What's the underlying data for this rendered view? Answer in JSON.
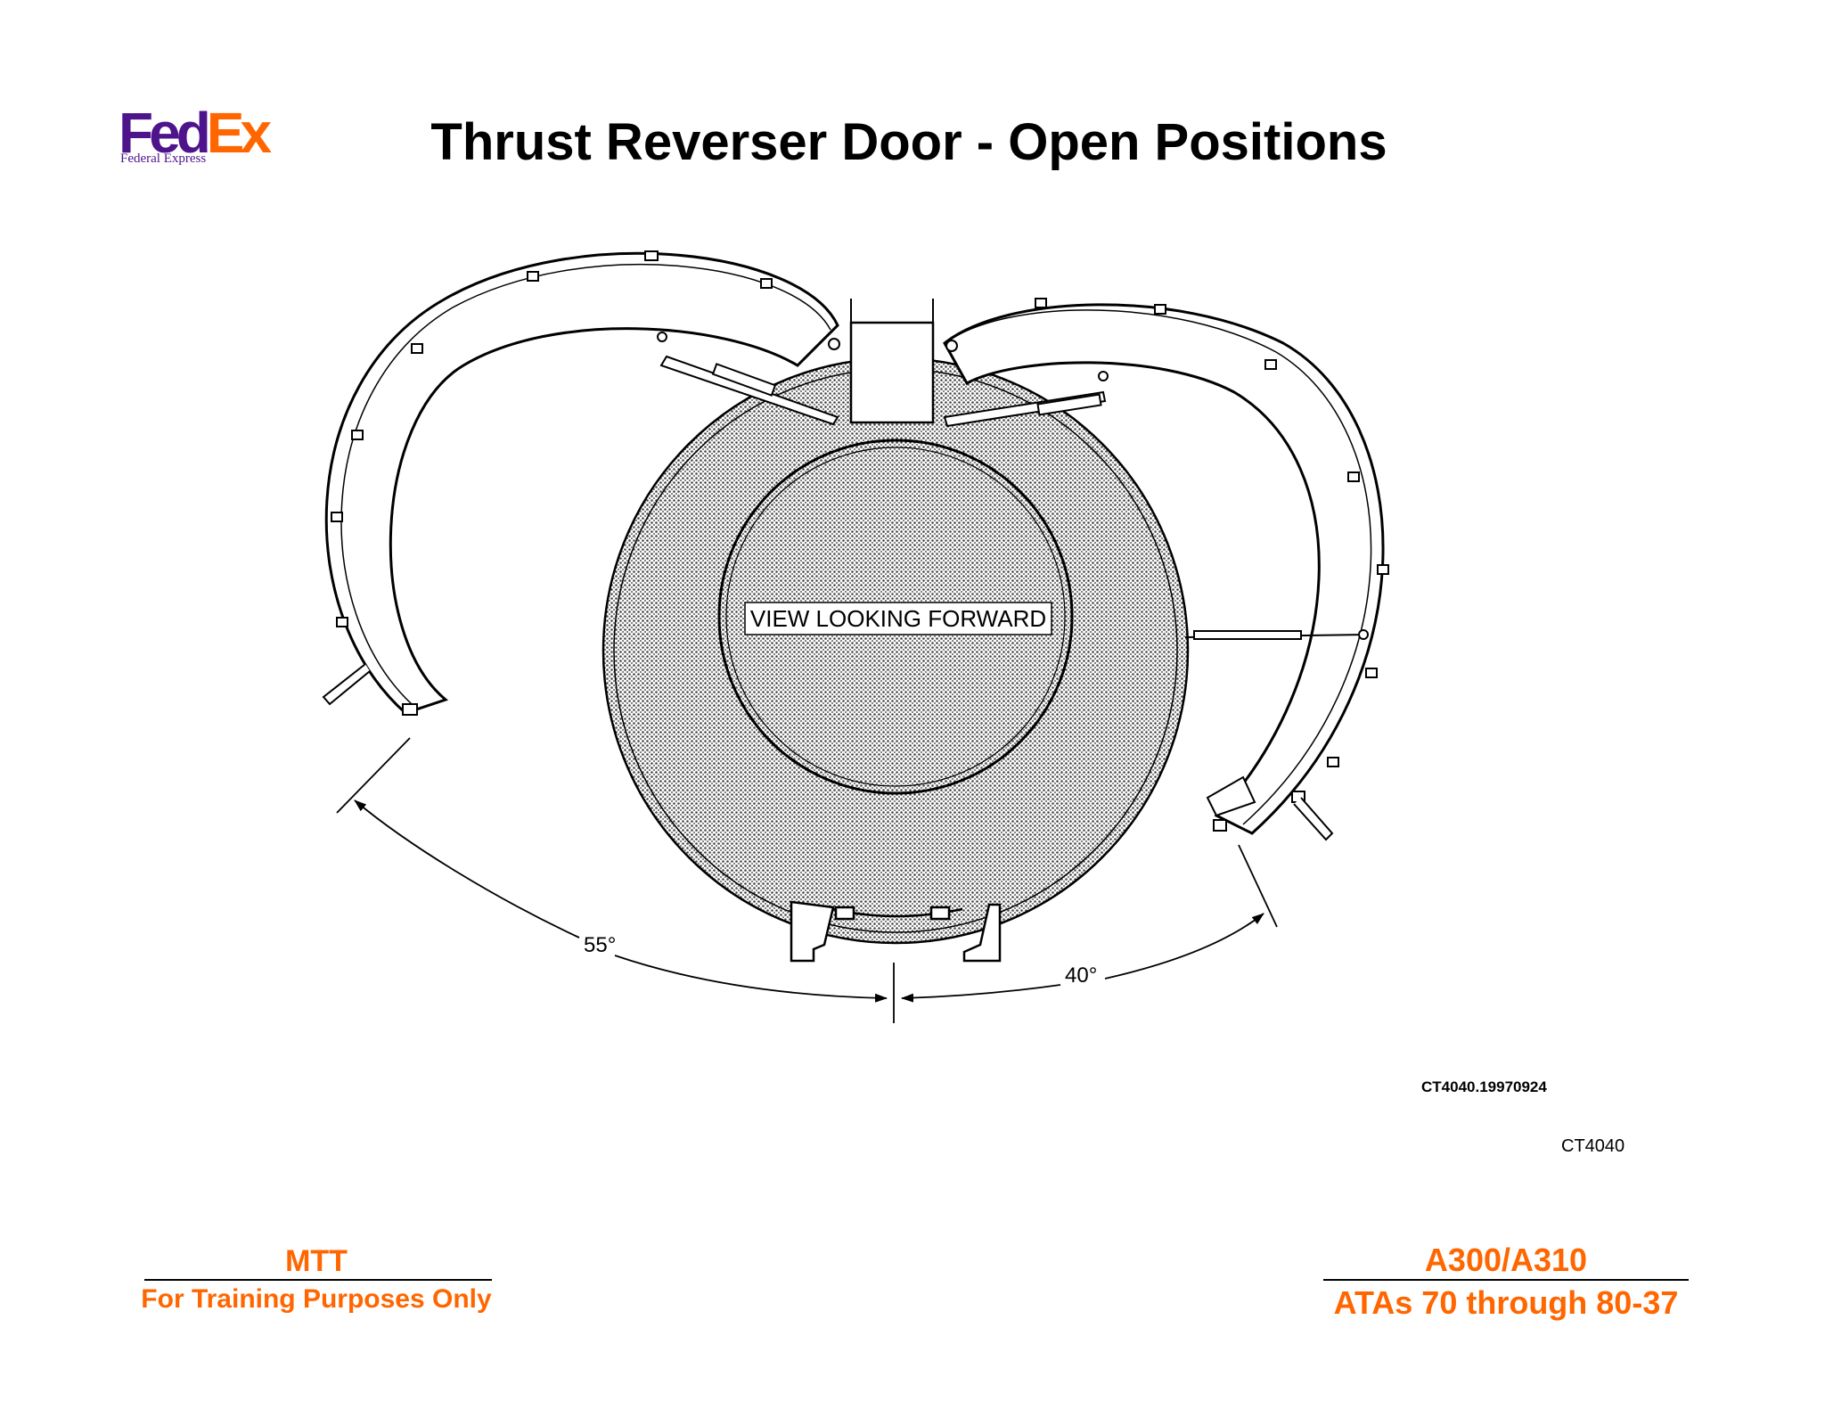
{
  "header": {
    "logo": {
      "part1": "Fed",
      "part2": "Ex",
      "subtitle": "Federal Express",
      "colors": {
        "purple": "#4d148c",
        "orange": "#ff6600"
      }
    },
    "title": "Thrust Reverser Door - Open Positions"
  },
  "diagram": {
    "view_label": "VIEW LOOKING FORWARD",
    "angle_left": "55°",
    "angle_right": "40°"
  },
  "codes": {
    "ref_full": "CT4040.19970924",
    "ref_short": "CT4040"
  },
  "footer": {
    "left_line1": "MTT",
    "left_line2": "For Training Purposes Only",
    "right_line1": "A300/A310",
    "right_line2": "ATAs 70 through 80-37",
    "text_color": "#ff6600"
  }
}
